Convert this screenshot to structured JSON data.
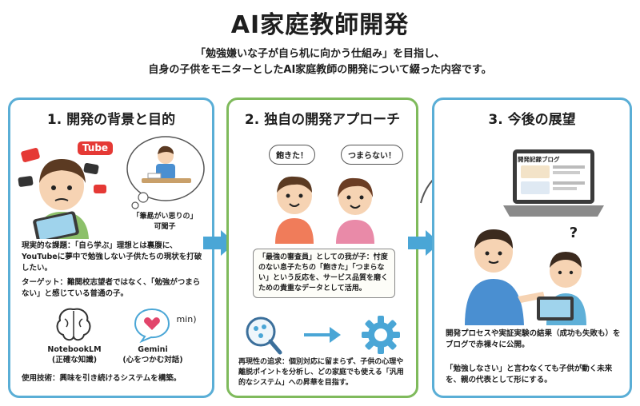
{
  "header": {
    "title": "AI家庭教師開発",
    "subtitle_line1": "「勉強嫌いな子が自ら机に向かう仕組み」を目指し、",
    "subtitle_line2": "自身の子供をモニターとしたAI家庭教師の開発について綴った内容です。"
  },
  "panel1": {
    "title": "1. 開発の背景と目的",
    "youtube_label": "Tube",
    "thought_caption": "「筆勗がい思りの」\n可聞子",
    "issue_text": "現実的な課題：「自ら学ぶ」理想とは裏腹に、YouTubeに夢中で勉強しない子供たちの現状を打破したい。",
    "target_text": "ターゲット：難関校志望者ではなく、「勉強がつまらない」と感じている普通の子。",
    "tool1_name": "NotebookLM",
    "tool1_desc": "(正確な知識)",
    "tool2_name": "Gemini",
    "tool2_desc": "(心をつかむ対話)",
    "tool2_min": "min)",
    "tech_text": "使用技術：興味を引き続けるシステムを構築。"
  },
  "panel2": {
    "title": "2. 独自の開発アプローチ",
    "bubble_left": "飽きた！",
    "bubble_right": "つまらない！",
    "quote_text": "「最強の審査員」としての我が子：忖度のない息子たちの「飽きた」「つまらない」という反応を、サービス品質を磨くための貴重なデータとして活用。",
    "repro_text": "再現性の追求：個別対応に留まらず、子供の心理や離脱ポイントを分析し、どの家庭でも使える「汎用的なシステム」への昇華を目指す。"
  },
  "panel3": {
    "title": "3. 今後の展望",
    "blog_title": "開発記録ブログ",
    "question_mark": "?",
    "blog_text": "開発プロセスや実証実験の結果（成功も失敗も）をブログで赤裸々に公開。",
    "future_text": "「勉強しなさい」と言わなくても子供が動く未来を、親の代表として形にする。"
  },
  "colors": {
    "panel_blue": "#5aaed6",
    "panel_green": "#7fba5c",
    "arrow_blue": "#4aa6d6",
    "youtube_red": "#e53935"
  }
}
